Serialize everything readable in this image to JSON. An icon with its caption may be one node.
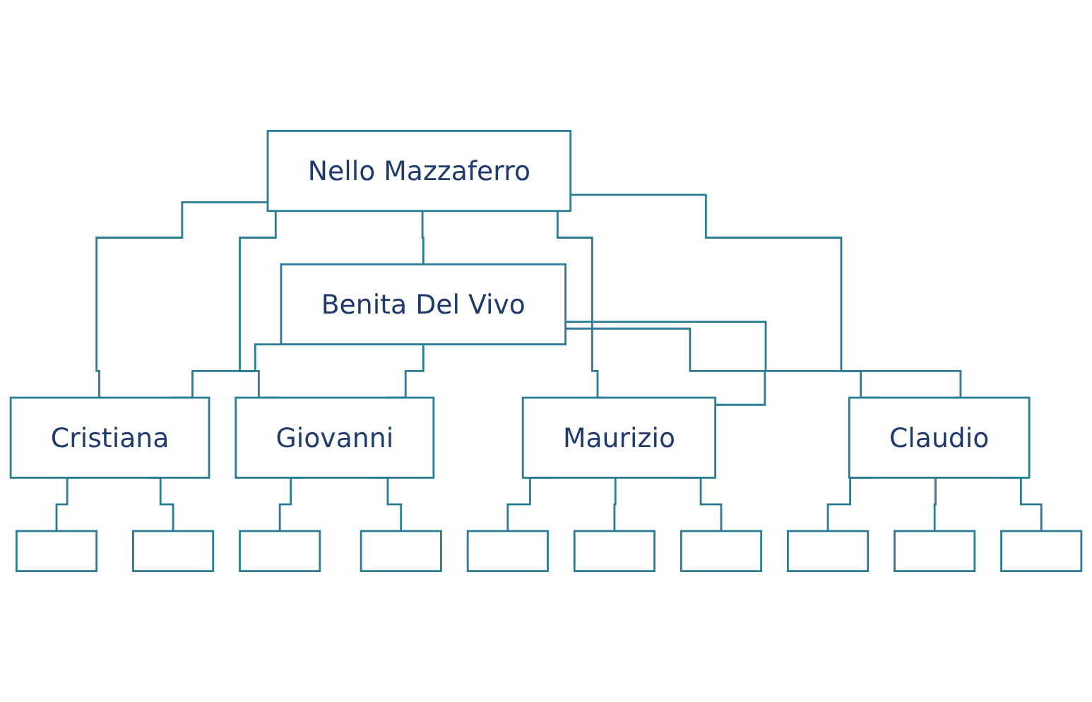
{
  "diagram": {
    "nodes": [
      {
        "text": [
          "Nello Mazzaferro"
        ]
      },
      {
        "text": [
          "Benita Del Vivo"
        ]
      },
      {
        "text": [
          "Cristiana"
        ]
      },
      {
        "text": [
          "Giovanni"
        ]
      },
      {
        "text": [
          "Maurizio"
        ]
      },
      {
        "text": [
          "Claudio"
        ]
      },
      {
        "text": [],
        "shape": "box"
      },
      {
        "text": [],
        "shape": "box"
      },
      {
        "text": [],
        "shape": "box"
      },
      {
        "text": [],
        "shape": "box"
      },
      {
        "text": [],
        "shape": "box"
      },
      {
        "text": [],
        "shape": "box"
      },
      {
        "text": [],
        "shape": "box"
      },
      {
        "text": [],
        "shape": "box"
      },
      {
        "text": [],
        "shape": "box"
      },
      {
        "text": [],
        "shape": "box"
      }
    ],
    "edges": [
      {
        "from": 0,
        "to": 1,
        "arrow": "none"
      },
      {
        "from": 0,
        "to": 2,
        "arrow": "none"
      },
      {
        "from": 0,
        "to": 3,
        "arrow": "none"
      },
      {
        "from": 0,
        "to": 4,
        "arrow": "none"
      },
      {
        "from": 0,
        "to": 5,
        "arrow": "none"
      },
      {
        "from": 1,
        "to": 2,
        "arrow": "none"
      },
      {
        "from": 1,
        "to": 3,
        "arrow": "none"
      },
      {
        "from": 1,
        "to": 4,
        "arrow": "none"
      },
      {
        "from": 1,
        "to": 5,
        "arrow": "none"
      },
      {
        "from": 2,
        "to": 6,
        "arrow": "none"
      },
      {
        "from": 2,
        "to": 7,
        "arrow": "none"
      },
      {
        "from": 3,
        "to": 8,
        "arrow": "none"
      },
      {
        "from": 3,
        "to": 9,
        "arrow": "none"
      },
      {
        "from": 4,
        "to": 10,
        "arrow": "none"
      },
      {
        "from": 4,
        "to": 11,
        "arrow": "none"
      },
      {
        "from": 4,
        "to": 12,
        "arrow": "none"
      },
      {
        "from": 5,
        "to": 13,
        "arrow": "none"
      },
      {
        "from": 5,
        "to": 14,
        "arrow": "none"
      },
      {
        "from": 5,
        "to": 15,
        "arrow": "none"
      }
    ]
  }
}
